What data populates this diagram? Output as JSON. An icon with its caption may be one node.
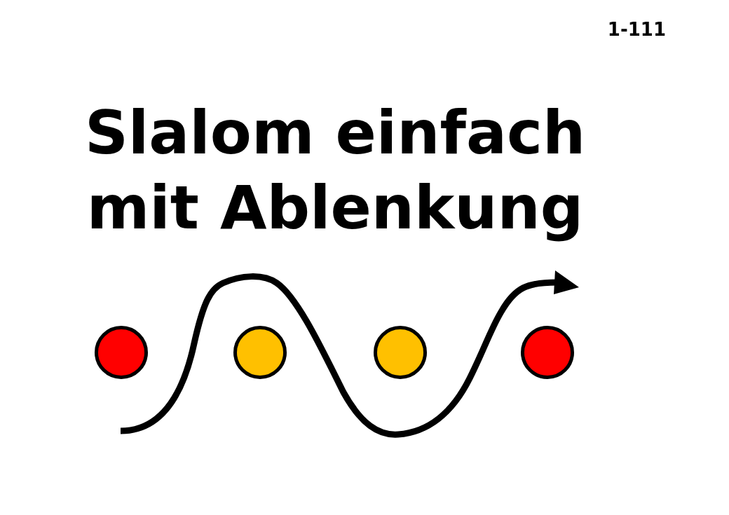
{
  "diagram": {
    "title": "Slalom einfach mit Ablenkung",
    "nodes": [
      {
        "text": [],
        "shape": "circle"
      },
      {
        "text": [],
        "shape": "circle"
      },
      {
        "text": [],
        "shape": "circle"
      },
      {
        "text": [],
        "shape": "circle"
      }
    ],
    "labels": [
      "1-111"
    ]
  }
}
